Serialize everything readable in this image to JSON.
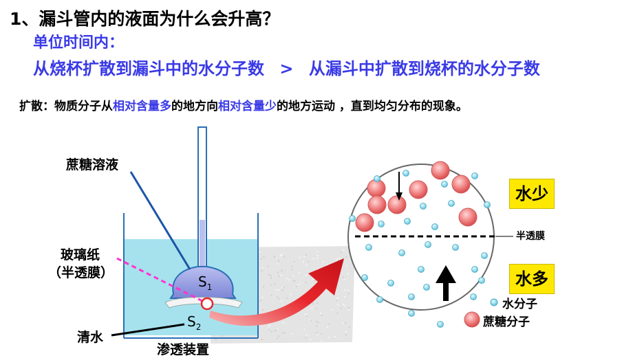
{
  "question": "1、漏斗管内的液面为什么会升高？",
  "unit_time": "单位时间内：",
  "comparison": {
    "left": "从烧杯扩散到漏斗中的水分子数",
    "operator": ">",
    "right": "从漏斗中扩散到烧杯的水分子数"
  },
  "definition": {
    "prefix": "扩散：物质分子从",
    "high": "相对含量多",
    "middle": "的地方向",
    "low": "相对含量少",
    "suffix": "的地方运动 ，直到均匀分布的现象。"
  },
  "diagram": {
    "sucrose_solution": "蔗糖溶液",
    "cellophane": "玻璃纸",
    "semipermeable": "（半透膜）",
    "water": "清水",
    "apparatus": "渗透装置",
    "s1": "S",
    "s1_sub": "1",
    "s2": "S",
    "s2_sub": "2"
  },
  "zoom": {
    "less_water": "水少",
    "more_water": "水多",
    "membrane": "半透膜",
    "legend_water": "水分子",
    "legend_sucrose": "蔗糖分子"
  },
  "colors": {
    "blue_text": "#3a3ae6",
    "water": "#a6e2ee",
    "funnel": "#8f99e0",
    "highlight_box": "#ffe800",
    "arrow": "#e8262b",
    "dashed_line": "#ff33cc"
  }
}
